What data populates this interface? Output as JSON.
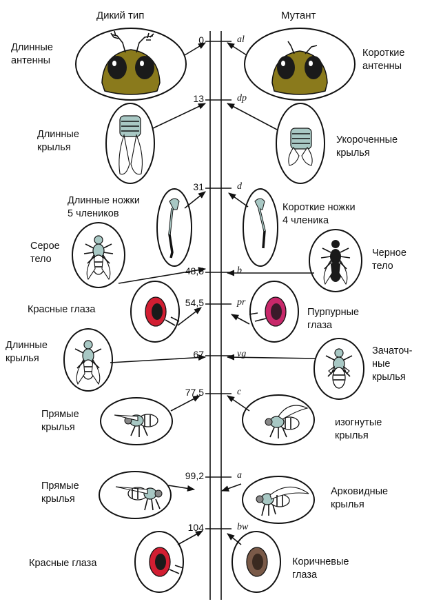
{
  "headers": {
    "wild": "Дикий тип",
    "mutant": "Мутант"
  },
  "colors": {
    "head": "#8a7a1c",
    "thorax": "#a8c8c4",
    "eye_red": "#d21e32",
    "eye_brown": "#7a5a48",
    "body_black": "#1a1a1a"
  },
  "loci": [
    {
      "pos": "0",
      "gene": "al",
      "wild": "Длинные\nантенны",
      "mutant": "Короткие\nантенны"
    },
    {
      "pos": "13",
      "gene": "dp",
      "wild": "Длинные\nкрылья",
      "mutant": "Укороченные\nкрылья"
    },
    {
      "pos": "31",
      "gene": "d",
      "wild": "Длинные ножки\n5 члеников",
      "mutant": "Короткие ножки\n4 членика"
    },
    {
      "pos": "48,5",
      "gene": "b",
      "wild": "Серое\nтело",
      "mutant": "Черное\nтело"
    },
    {
      "pos": "54,5",
      "gene": "pr",
      "wild": "Красные глаза",
      "mutant": "Пурпурные\nглаза"
    },
    {
      "pos": "67",
      "gene": "vg",
      "wild": "Длинные\nкрылья",
      "mutant": "Зачаточ-\nные\nкрылья"
    },
    {
      "pos": "77,5",
      "gene": "c",
      "wild": "Прямые\nкрылья",
      "mutant": "изогнутые\nкрылья"
    },
    {
      "pos": "99,2",
      "gene": "a",
      "wild": "Прямые\nкрылья",
      "mutant": "Арковидные\nкрылья"
    },
    {
      "pos": "104",
      "gene": "bw",
      "wild": "Красные глаза",
      "mutant": "Коричневые\nглаза"
    }
  ]
}
